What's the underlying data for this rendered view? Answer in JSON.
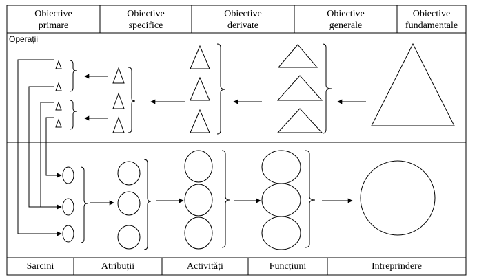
{
  "header": {
    "columns": [
      {
        "label": "Obiective\nprimare"
      },
      {
        "label": "Obiective\nspecifice"
      },
      {
        "label": "Obiective\nderivate"
      },
      {
        "label": "Obiective\ngenerale"
      },
      {
        "label": "Obiective\nfundamentale"
      }
    ]
  },
  "side_label": "Operații",
  "footer": {
    "columns": [
      {
        "label": "Sarcini"
      },
      {
        "label": "Atribuții"
      },
      {
        "label": "Activități"
      },
      {
        "label": "Funcțiuni"
      },
      {
        "label": "Intreprindere"
      }
    ]
  }
}
